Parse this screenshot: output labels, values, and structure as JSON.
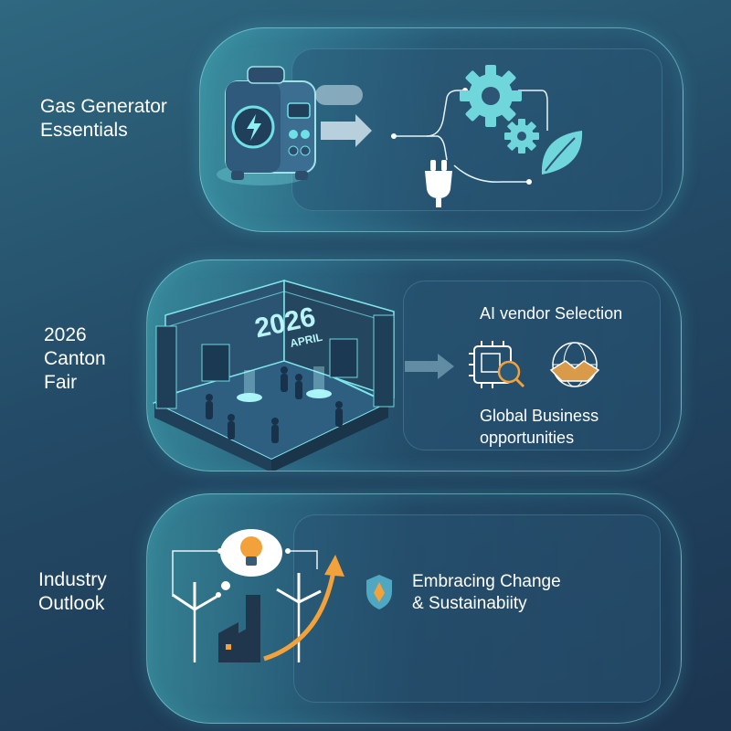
{
  "sections": [
    {
      "label_lines": [
        "Gas Generator",
        "Essentials"
      ],
      "icons": [
        "generator-icon",
        "arrow-right-icon",
        "plug-icon",
        "gear-icon",
        "small-gear-icon",
        "leaf-icon"
      ]
    },
    {
      "label_lines": [
        "2026",
        "Canton",
        "Fair"
      ],
      "booth_year": "2026",
      "booth_month": "APRIL",
      "title": "AI vendor Selection",
      "subtitle_lines": [
        "Global Business",
        "opportunities"
      ],
      "icons": [
        "exhibition-booth-icon",
        "arrow-right-icon",
        "ai-chip-search-icon",
        "global-handshake-icon"
      ]
    },
    {
      "label_lines": [
        "Industry",
        "Outlook"
      ],
      "text_lines": [
        "Embracing Change",
        "& Sustainabiity"
      ],
      "icons": [
        "lightbulb-thought-icon",
        "wind-turbine-icon",
        "factory-icon",
        "growth-arrow-icon",
        "shield-icon"
      ]
    }
  ],
  "colors": {
    "background_top": "#2f6880",
    "background_bottom": "#1c3550",
    "accent_teal": "#5fd3d8",
    "accent_orange": "#f2a13b",
    "text": "#ffffff"
  }
}
